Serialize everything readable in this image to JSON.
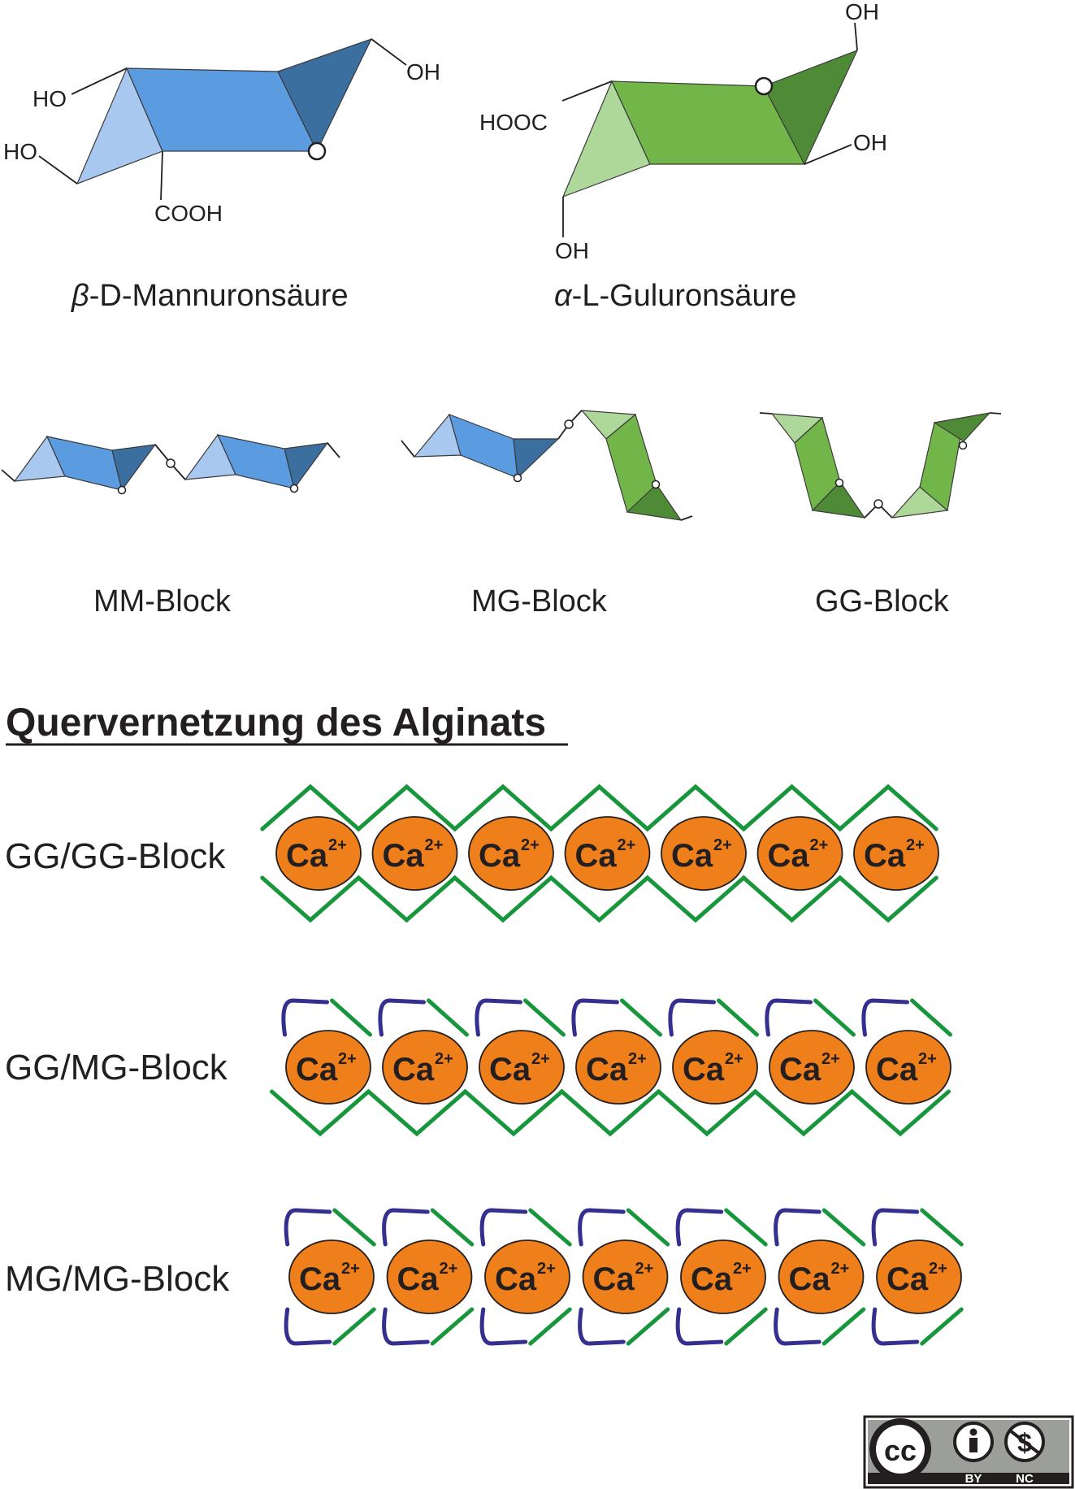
{
  "monomers": {
    "mannuronic": {
      "name_prefix": "β",
      "name_rest": "-D-Mannuronsäure",
      "groups": {
        "ho_top": "HO",
        "ho_left": "HO",
        "cooh": "COOH",
        "oh": "OH",
        "ring_o": "O"
      },
      "colors": {
        "light": "#a8c8ef",
        "main": "#5b9be0",
        "dark": "#3a6f9f"
      }
    },
    "guluronic": {
      "name_prefix": "α",
      "name_rest": "-L-Guluronsäure",
      "groups": {
        "oh_top": "OH",
        "hooc": "HOOC",
        "oh_right": "OH",
        "oh_bottom": "OH",
        "ring_o": "O"
      },
      "colors": {
        "light": "#aed89a",
        "main": "#72b64a",
        "dark": "#4f8b36"
      }
    }
  },
  "blocks": [
    "MM-Block",
    "MG-Block",
    "GG-Block"
  ],
  "crosslink": {
    "heading": "Quervernetzung des Alginats",
    "ion_base": "Ca",
    "ion_charge": "2+",
    "rows": [
      {
        "label": "GG/GG-Block",
        "top_chain": "G",
        "bottom_chain": "G",
        "ions": 7
      },
      {
        "label": "GG/MG-Block",
        "top_chain": "MG",
        "bottom_chain": "G",
        "ions": 7
      },
      {
        "label": "MG/MG-Block",
        "top_chain": "MG",
        "bottom_chain": "MG",
        "ions": 7
      }
    ],
    "colors": {
      "ion": "#ee7f1a",
      "g_chain": "#17963c",
      "m_chain": "#352f8f"
    }
  },
  "license": {
    "cc": "cc",
    "by": "BY",
    "nc": "NC"
  }
}
